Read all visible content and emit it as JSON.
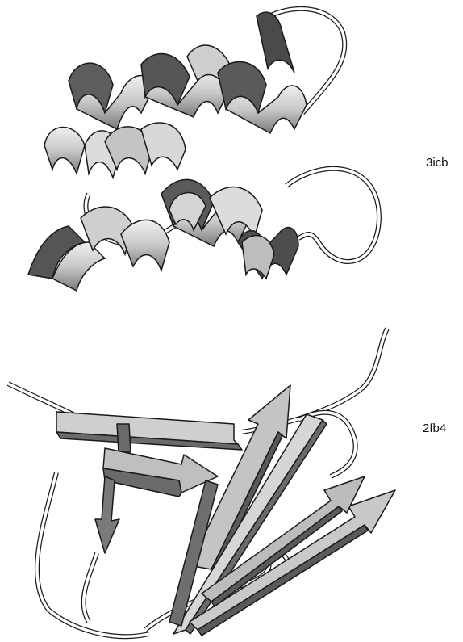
{
  "structures": [
    {
      "id": "3icb",
      "label": "3icb",
      "fold": "alpha-helical"
    },
    {
      "id": "2fb4",
      "label": "2fb4",
      "fold": "beta-sheet"
    }
  ],
  "colors": {
    "ribbon_light": "#d9d9d9",
    "ribbon_mid": "#a8a8a8",
    "ribbon_dark": "#5a5a5a",
    "outline": "#1a1a1a",
    "background": "#ffffff"
  }
}
